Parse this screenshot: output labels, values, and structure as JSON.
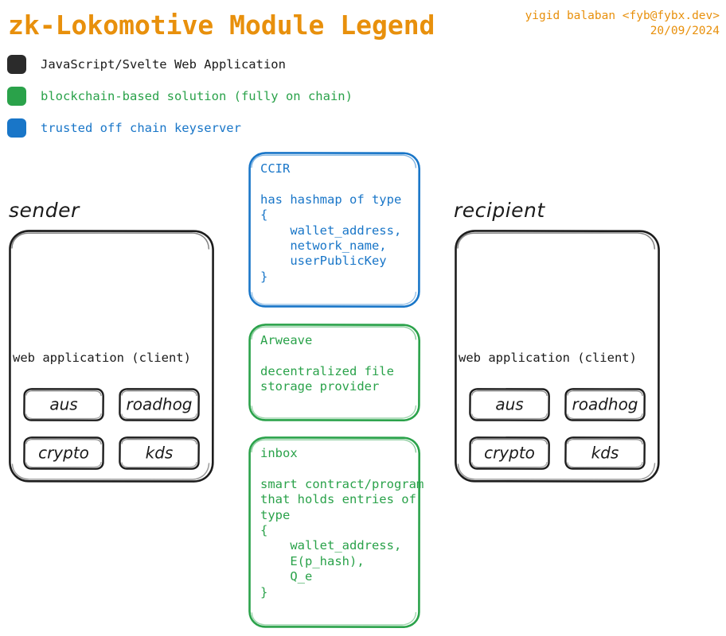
{
  "header": {
    "title": "zk-Lokomotive Module Legend",
    "title_color": "#e8900c",
    "author": "yigid balaban <fyb@fybx.dev>",
    "date": "20/09/2024"
  },
  "legend": {
    "items": [
      {
        "color": "#2b2b2b",
        "label": "JavaScript/Svelte Web Application",
        "text_color": "#1a1a1a",
        "swatch_name": "legend-swatch-black"
      },
      {
        "color": "#2aa24a",
        "label": "blockchain-based solution (fully on chain)",
        "text_color": "#2aa24a",
        "swatch_name": "legend-swatch-green"
      },
      {
        "color": "#1976c8",
        "label": "trusted off chain keyserver",
        "text_color": "#1976c8",
        "swatch_name": "legend-swatch-blue"
      }
    ]
  },
  "parties": {
    "sender": {
      "label": "sender",
      "caption": "web application (client)",
      "chips": [
        "aus",
        "roadhog",
        "crypto",
        "kds"
      ]
    },
    "recipient": {
      "label": "recipient",
      "caption": "web application (client)",
      "chips": [
        "aus",
        "roadhog",
        "crypto",
        "kds"
      ]
    }
  },
  "modules": [
    {
      "id": "ccir",
      "title": "CCIR",
      "color": "#1976c8",
      "body": "CCIR\n\nhas hashmap of type\n{\n    wallet_address,\n    network_name,\n    userPublicKey\n}"
    },
    {
      "id": "arweave",
      "title": "Arweave",
      "color": "#2aa24a",
      "body": "Arweave\n\ndecentralized file\nstorage provider"
    },
    {
      "id": "inbox",
      "title": "inbox",
      "color": "#2aa24a",
      "body": "inbox\n\nsmart contract/program\nthat holds entries of\ntype\n{\n    wallet_address,\n    E(p_hash),\n    Q_e\n}"
    }
  ]
}
